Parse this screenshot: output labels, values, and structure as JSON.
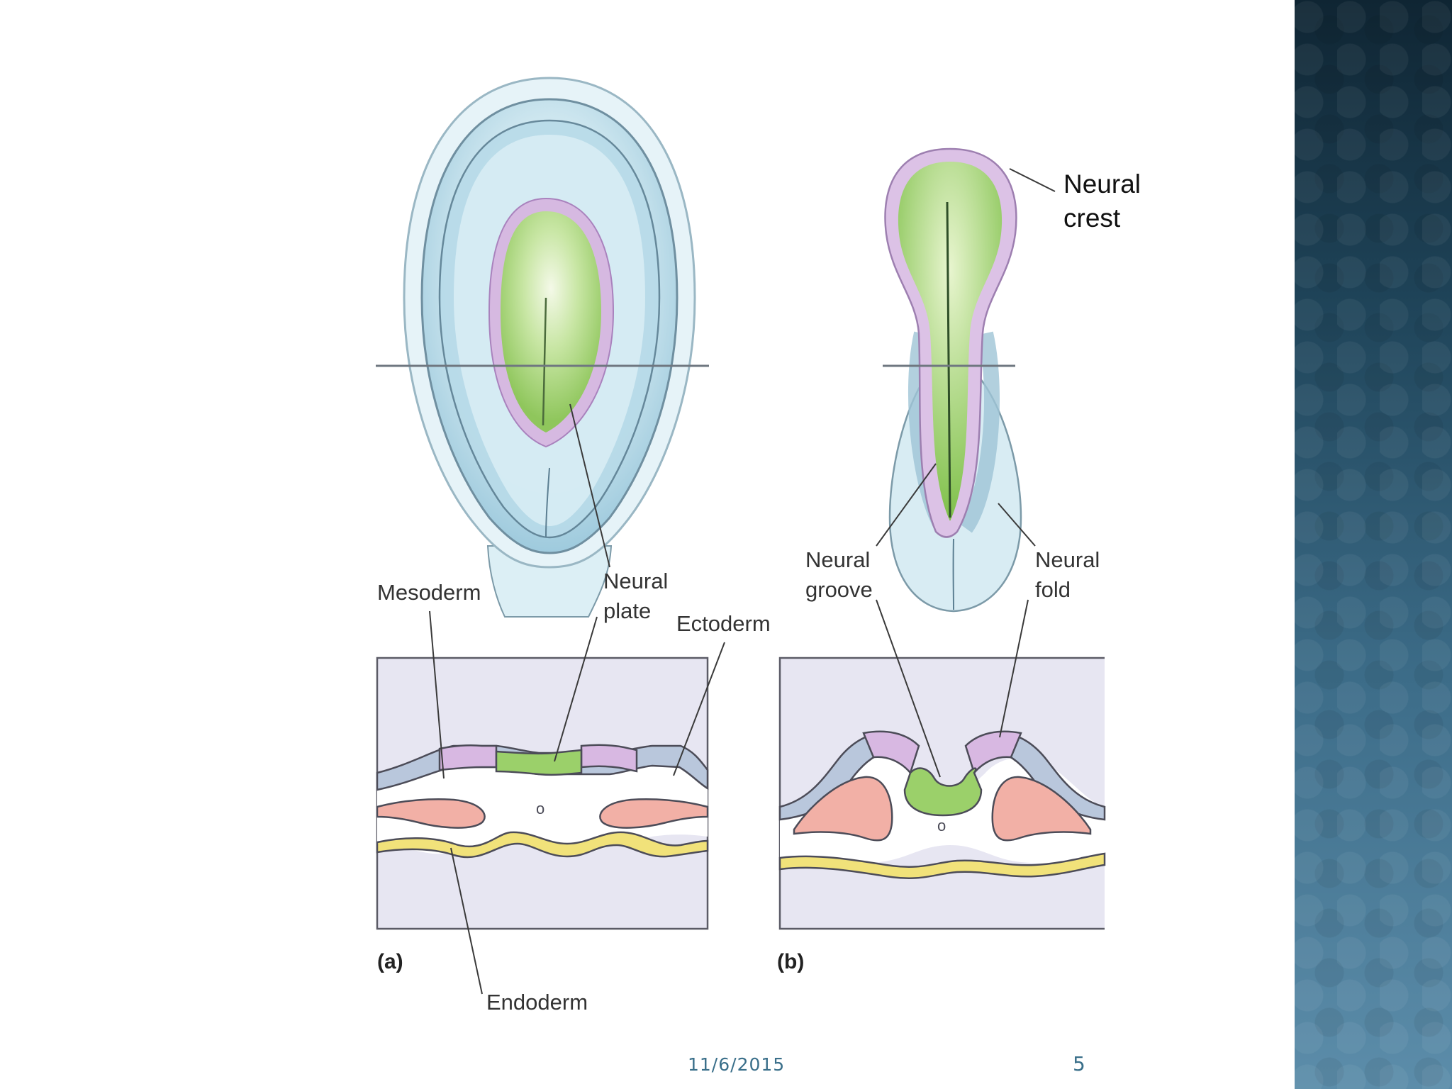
{
  "labels": {
    "neural_crest_line1": "Neural",
    "neural_crest_line2": "crest",
    "mesoderm": "Mesoderm",
    "neural_plate_line1": "Neural",
    "neural_plate_line2": "plate",
    "ectoderm": "Ectoderm",
    "neural_groove_line1": "Neural",
    "neural_groove_line2": "groove",
    "neural_fold_line1": "Neural",
    "neural_fold_line2": "fold",
    "endoderm": "Endoderm",
    "panel_a": "(a)",
    "panel_b": "(b)",
    "notochord_a": "o",
    "notochord_b": "o"
  },
  "footer": {
    "date": "11/6/2015",
    "page_number": "5"
  },
  "colors": {
    "neural_plate": "#9bd06a",
    "neural_crest": "#d8b8e2",
    "ectoderm": "#b9c7dc",
    "mesoderm": "#f2b0a6",
    "endoderm": "#f1e27a",
    "section_background": "#e7e6f2",
    "embryo_outer": "#cfe6ef",
    "embryo_mid": "#a9d1e2",
    "side_panel": "#2f5a73"
  }
}
